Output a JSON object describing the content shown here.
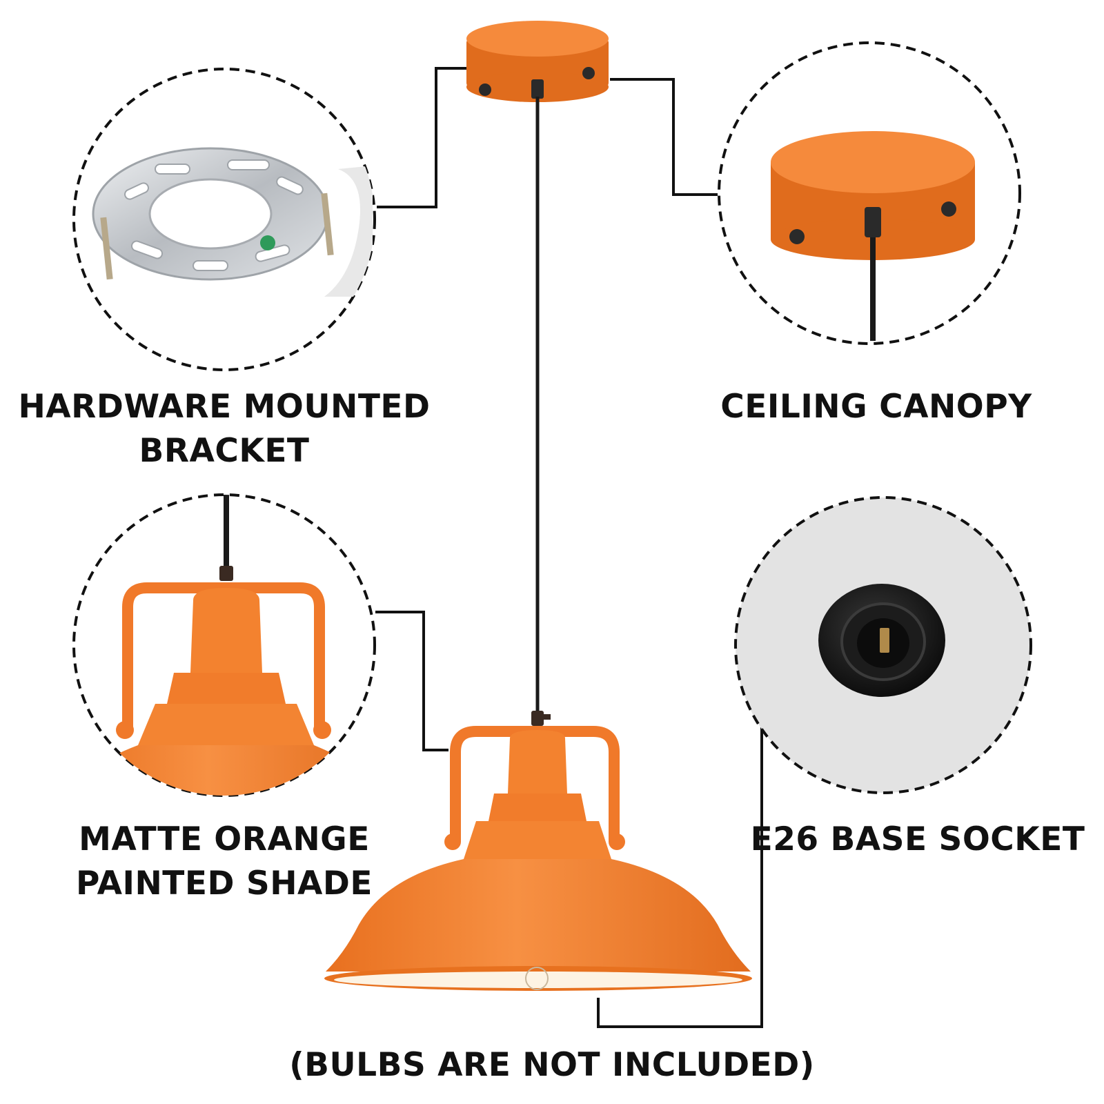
{
  "colors": {
    "shade_orange": "#f3812e",
    "shade_orange_dark": "#d9681d",
    "shade_inner": "#fdf3e3",
    "canopy_orange": "#f27b2c",
    "cord": "#1a1a1a",
    "bracket_silver": "#c9ccd0",
    "socket_black": "#141414",
    "socket_bg": "#e3e3e3",
    "leader_line": "#111111"
  },
  "callouts": {
    "bracket": {
      "line1": "HARDWARE MOUNTED",
      "line2": "BRACKET",
      "icon": "mounting-bracket-icon"
    },
    "canopy": {
      "line1": "CEILING CANOPY",
      "icon": "ceiling-canopy-icon"
    },
    "shade": {
      "line1": "MATTE ORANGE",
      "line2": "PAINTED SHADE",
      "icon": "pendant-shade-icon"
    },
    "socket": {
      "line1": "E26 BASE SOCKET",
      "icon": "e26-socket-icon"
    }
  },
  "footer_note": "(BULBS ARE NOT INCLUDED)"
}
